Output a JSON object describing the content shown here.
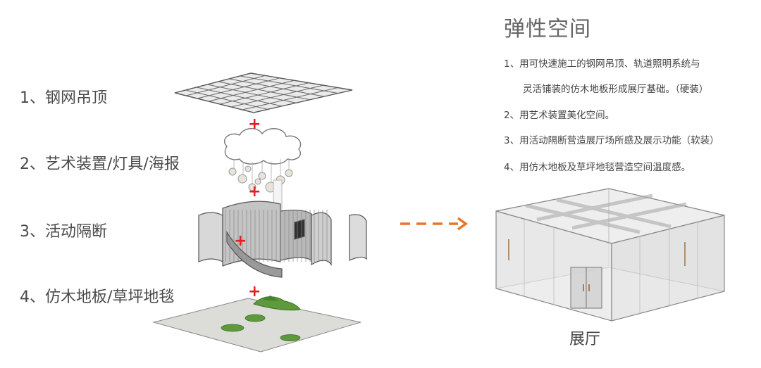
{
  "layers": [
    {
      "label": "1、钢网吊顶"
    },
    {
      "label": "2、艺术装置/灯具/海报"
    },
    {
      "label": "3、活动隔断"
    },
    {
      "label": "4、仿木地板/草坪地毯"
    }
  ],
  "plus_sign": "+",
  "result": {
    "title": "弹性空间",
    "points": [
      "1、用可快速施工的钢网吊顶、轨道照明系统与",
      "灵活铺装的仿木地板形成展厅基础。（硬装）",
      "2、用艺术装置美化空间。",
      "3、用活动隔断营造展厅场所感及展示功能（软装）",
      "4、用仿木地板及草坪地毯营造空间温度感。"
    ],
    "label": "展厅"
  },
  "colors": {
    "arrow": "#e8762a",
    "plus": "#e02020",
    "grass": "#5e9a3c",
    "floor": "#dcdcd8"
  }
}
